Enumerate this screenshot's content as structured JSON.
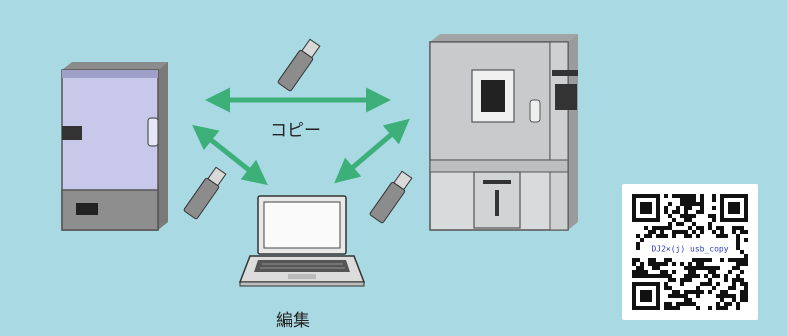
{
  "title": "",
  "labels": {
    "copy": "コピー",
    "edit": "編集"
  },
  "qr_caption": "DJ2×(j) usb_copy",
  "colors": {
    "background": "#a9d9e2",
    "arrow": "#3db07a",
    "usb_body": "#8c8c8c",
    "usb_cap": "#d9d9d9",
    "cabinet_left": "#c7c8ea",
    "chamber_body": "#d9dadb"
  }
}
